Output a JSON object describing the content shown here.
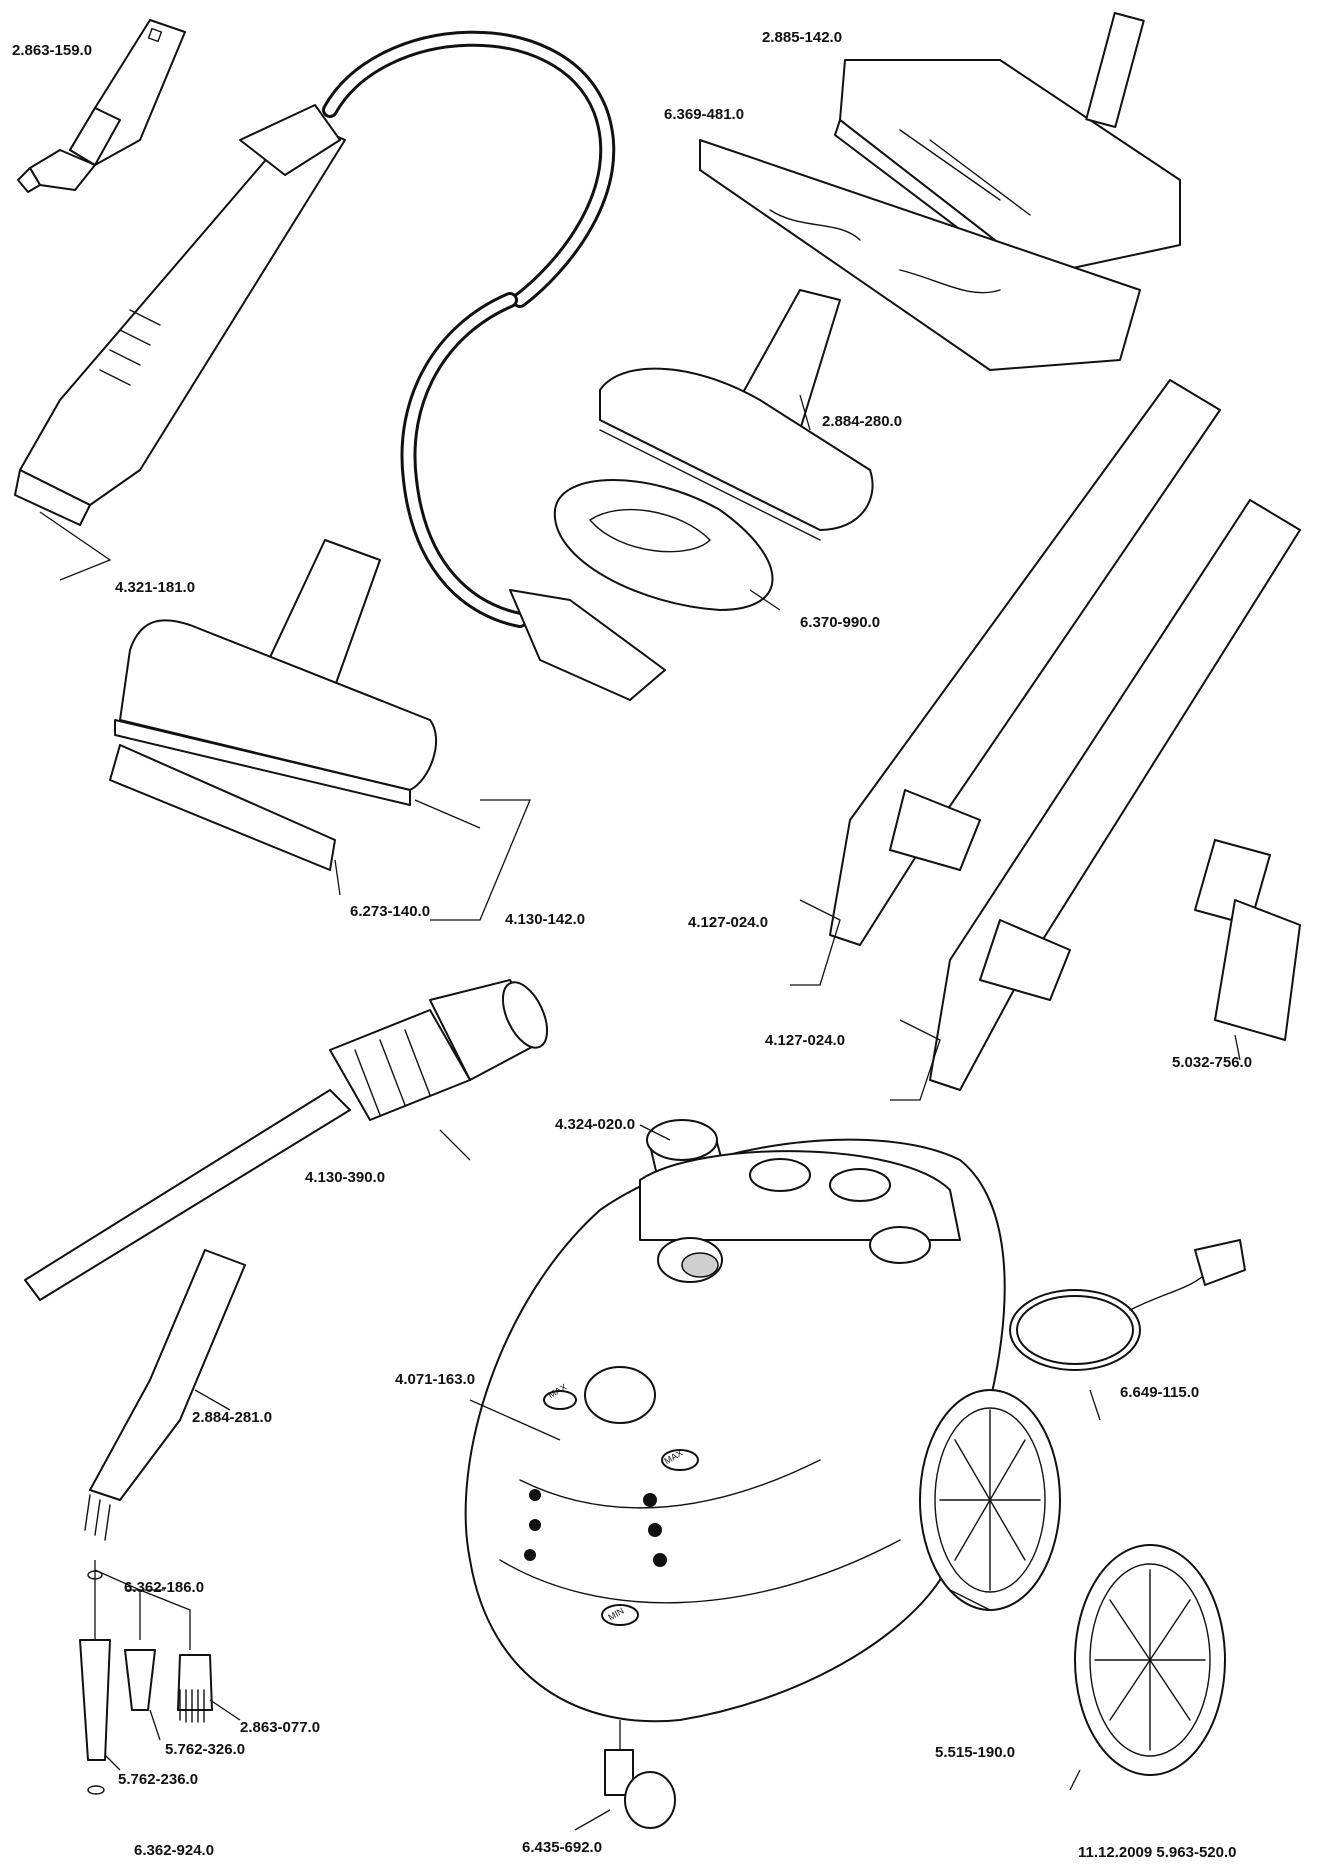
{
  "labels": {
    "p2863_159": "2.863-159.0",
    "p2885_142": "2.885-142.0",
    "p6369_481": "6.369-481.0",
    "p2884_280": "2.884-280.0",
    "p4321_181": "4.321-181.0",
    "p6370_990": "6.370-990.0",
    "p6273_140": "6.273-140.0",
    "p4130_142": "4.130-142.0",
    "p4127_024_a": "4.127-024.0",
    "p4127_024_b": "4.127-024.0",
    "p5032_756": "5.032-756.0",
    "p4130_390": "4.130-390.0",
    "p4324_020": "4.324-020.0",
    "p2884_281": "2.884-281.0",
    "p4071_163": "4.071-163.0",
    "p6649_115": "6.649-115.0",
    "p6362_186": "6.362-186.0",
    "p2863_077": "2.863-077.0",
    "p5762_326": "5.762-326.0",
    "p5762_236": "5.762-236.0",
    "p5515_190": "5.515-190.0",
    "p6362_924": "6.362-924.0",
    "p6435_692": "6.435-692.0",
    "footer": "11.12.2009  5.963-520.0"
  },
  "markings": {
    "max": "MAX",
    "min": "MIN"
  }
}
